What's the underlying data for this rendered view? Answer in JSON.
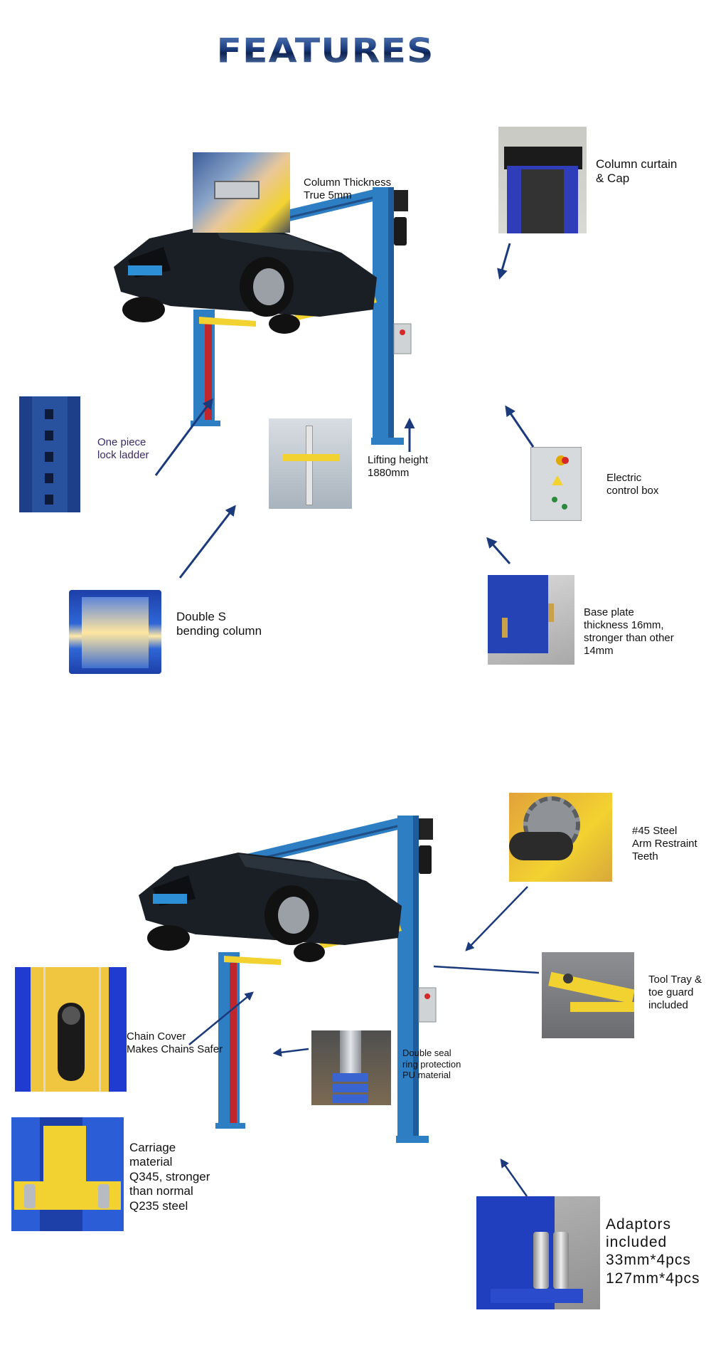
{
  "title": "FEATURES",
  "section1": {
    "column_thickness": "Column Thickness\nTrue 5mm",
    "column_curtain": "Column curtain\n& Cap",
    "lock_ladder": "One piece\nlock ladder",
    "lifting_height": "Lifting height\n1880mm",
    "electric_box": "Electric\ncontrol box",
    "double_s": "Double S\nbending column",
    "base_plate": "Base plate\nthickness 16mm,\nstronger than other\n14mm"
  },
  "section2": {
    "arm_restraint": "#45 Steel\nArm Restraint\nTeeth",
    "tool_tray": "Tool Tray &\ntoe guard\nincluded",
    "chain_cover": "Chain Cover\nMakes Chains Safer",
    "double_seal": "Double seal\nring protection\nPU material",
    "carriage": "Carriage\nmaterial\nQ345, stronger\nthan normal\nQ235 steel",
    "adaptors": "Adaptors\nincluded\n33mm*4pcs\n127mm*4pcs"
  },
  "colors": {
    "column_blue": "#2e7ec4",
    "arm_yellow": "#f2d230",
    "arrow_navy": "#1a3a7c",
    "car_black": "#1a1f26"
  }
}
